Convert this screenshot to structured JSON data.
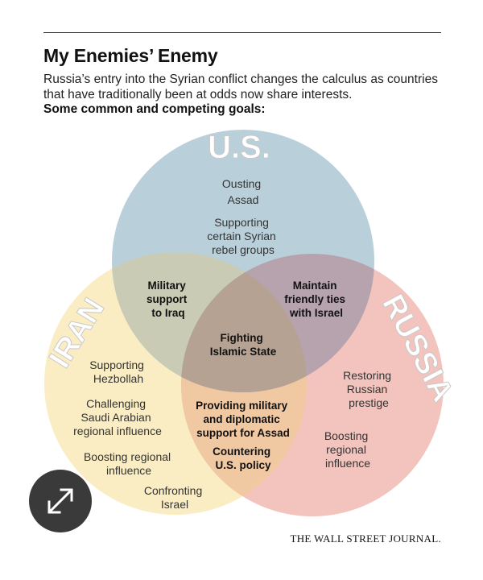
{
  "header": {
    "title": "My Enemies’ Enemy",
    "subtitle": "Russia’s entry into the Syrian conflict changes the calculus as countries that have traditionally been at odds now share interests.",
    "subtitle_bold": "Some common and competing goals:"
  },
  "sets": {
    "us": {
      "label": "U.S.",
      "color": "#b9d0db"
    },
    "iran": {
      "label": "IRAN",
      "color": "#fbedc3"
    },
    "russia": {
      "label": "RUSSIA",
      "color": "#f2c4bd"
    }
  },
  "goals": {
    "us_only": {
      "a": [
        "Ousting",
        "Assad"
      ],
      "b": [
        "Supporting",
        "certain Syrian",
        "rebel groups"
      ]
    },
    "iran_only": {
      "a": [
        "Supporting",
        "Hezbollah"
      ],
      "b": [
        "Challenging",
        "Saudi Arabian",
        "regional influence"
      ],
      "c": [
        "Boosting regional",
        "influence"
      ],
      "d": [
        "Confronting",
        "Israel"
      ]
    },
    "russia_only": {
      "a": [
        "Restoring",
        "Russian",
        "prestige"
      ],
      "b": [
        "Boosting",
        "regional",
        "influence"
      ]
    },
    "us_iran": [
      "Military",
      "support",
      "to Iraq"
    ],
    "us_russia": [
      "Maintain",
      "friendly ties",
      "with Israel"
    ],
    "all": [
      "Fighting",
      "Islamic State"
    ],
    "iran_russia": {
      "a": [
        "Providing military",
        "and diplomatic",
        "support for Assad"
      ],
      "b": [
        "Countering",
        "U.S. policy"
      ]
    }
  },
  "credit": "THE WALL STREET JOURNAL.",
  "expand_icon": "expand-arrows-icon"
}
